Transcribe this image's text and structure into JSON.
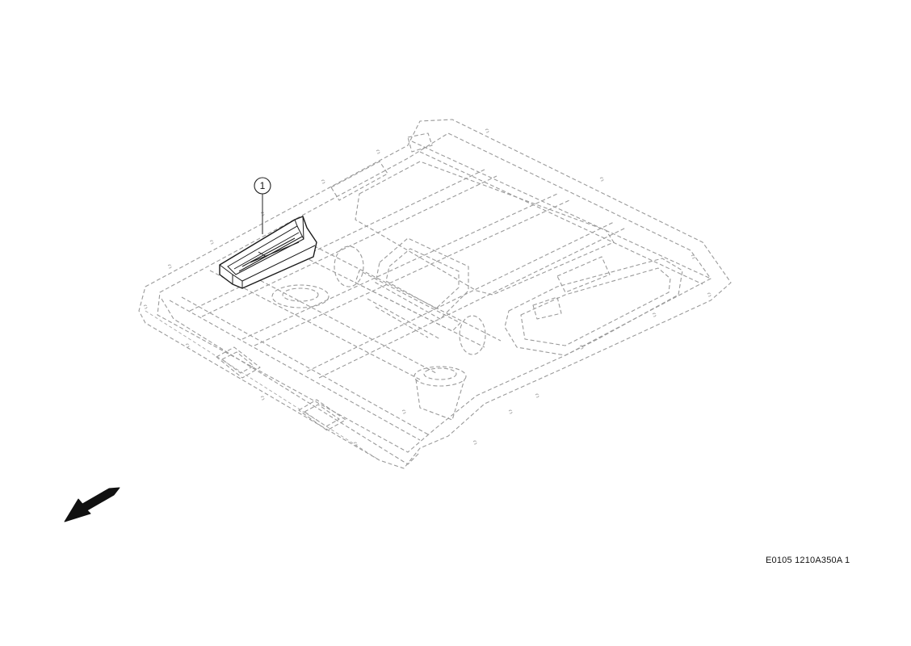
{
  "callouts": [
    {
      "number": "1"
    }
  ],
  "drawing_code": "E0105 1210A350A 1",
  "icons": {
    "direction_arrow": "front-direction-arrow-icon",
    "highlighted_part": "interior-tray-part"
  },
  "colors": {
    "highlighted_part_outline": "#1a1a1a",
    "ghost_outline": "#9a9a9a",
    "background": "#ffffff"
  }
}
